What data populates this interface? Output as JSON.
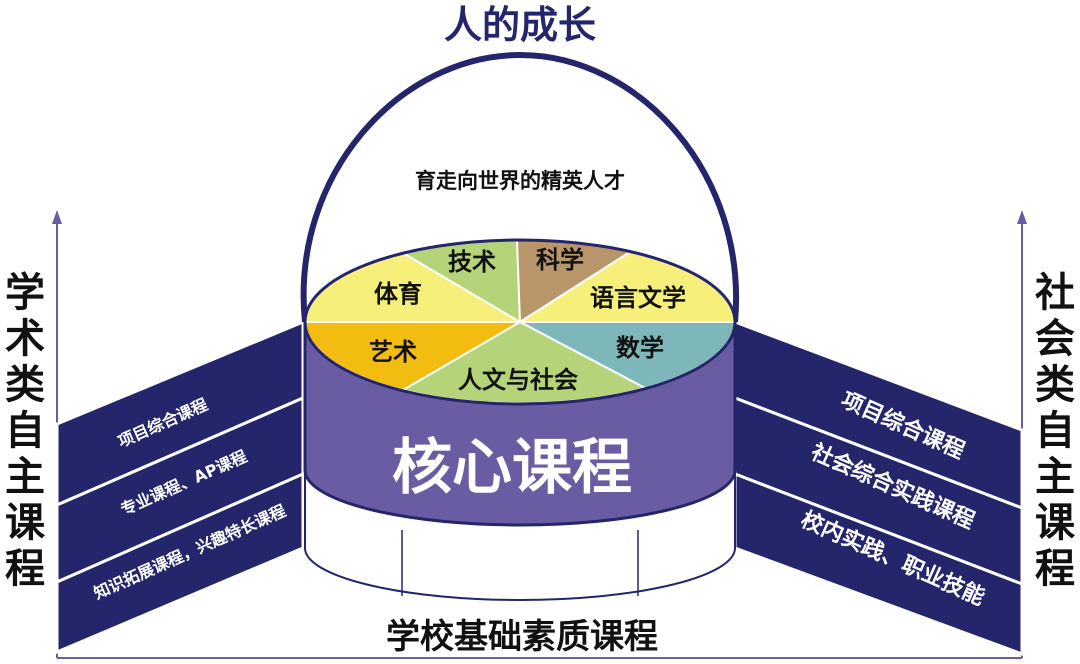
{
  "title": "人的成长",
  "goal": "育走向世界的精英人才",
  "core": {
    "label": "核心课程",
    "segments": [
      "体育",
      "技术",
      "科学",
      "语言文学",
      "数学",
      "人文与社会",
      "艺术"
    ]
  },
  "base": "学校基础素质课程",
  "left": {
    "label": "学术类自主课程",
    "items": [
      "项目综合课程",
      "专业课程、AP课程",
      "知识拓展课程，兴趣特长课程"
    ]
  },
  "right": {
    "label": "社会类自主课程",
    "items": [
      "项目综合课程",
      "社会综合实践课程",
      "校内实践、职业技能"
    ]
  },
  "colors": {
    "navy": "#25256b",
    "purple": "#6a5ca2",
    "yellow": "#f6f07a",
    "green": "#b5d47a",
    "tan": "#b8966a",
    "orange": "#f2bd10",
    "teal": "#7eb7b9",
    "white": "#ffffff"
  }
}
